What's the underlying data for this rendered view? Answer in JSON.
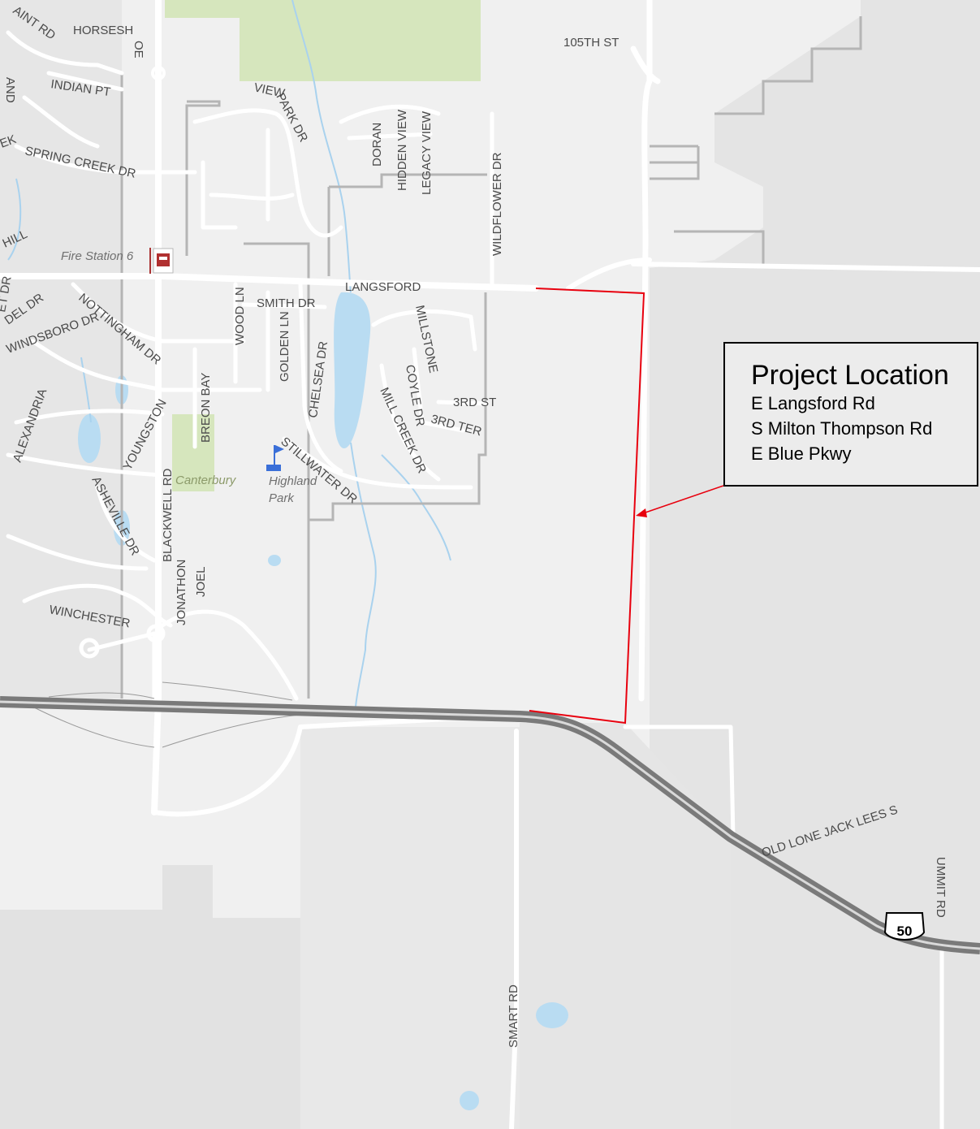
{
  "map": {
    "colors": {
      "land": "#f0f0f0",
      "district": "#e4e4e4",
      "road": "#ffffff",
      "boundary": "#b0b0b0",
      "park": "#d6e6bd",
      "water": "#b9dcf2",
      "highway": "#7a7a7a",
      "project_outline": "#e8000e"
    },
    "labels": {
      "horseshoe": "HORSESH",
      "horseshoe_oe": "OE",
      "saint_rd": "AINT RD",
      "indian_pt": "INDIAN PT",
      "view": "VIEW",
      "park_dr": "PARK DR",
      "doran": "DORAN",
      "hidden_view": "HIDDEN VIEW",
      "legacy_view": "LEGACY VIEW",
      "wildflower_dr": "WILDFLOWER DR",
      "st_105": "105TH ST",
      "spring_creek_dr": "SPRING CREEK DR",
      "ek": "EK",
      "hill": "HILL",
      "et_dr": "ET DR",
      "langsford": "LANGSFORD",
      "smith_dr": "SMITH DR",
      "nottingham_dr": "NOTTINGHAM DR",
      "wood_ln": "WOOD LN",
      "golden_ln": "GOLDEN LN",
      "chelsea_dr": "CHELSEA DR",
      "millstone": "MILLSTONE",
      "coyle_dr": "COYLE DR",
      "st_3rd": "3RD ST",
      "ter_3rd": "3RD TER",
      "mill_creek_dr": "MILL CREEK DR",
      "breon_bay": "BREON BAY",
      "youngston": "YOUNGSTON",
      "blackwell_rd": "BLACKWELL RD",
      "stillwater_dr": "STILLWATER DR",
      "windsboro_dr": "WINDSBORO DR",
      "del_dr": "DEL DR",
      "alexandria": "ALEXANDRIA",
      "asheville_dr": "ASHEVILLE DR",
      "jonathon": "JONATHON",
      "joel": "JOEL",
      "winchester": "WINCHESTER",
      "smart_rd": "SMART RD",
      "old_lone_jack": "OLD LONE JACK LEES S",
      "ummit_rd": "UMMIT RD",
      "land_fragment": "AND"
    },
    "poi": {
      "fire_station": "Fire Station 6",
      "canterbury": "Canterbury",
      "highland": "Highland",
      "park": "Park"
    },
    "shield": {
      "route": "50"
    }
  },
  "callout": {
    "title": "Project Location",
    "lines": [
      "E Langsford Rd",
      "S Milton Thompson Rd",
      "E Blue Pkwy"
    ]
  }
}
